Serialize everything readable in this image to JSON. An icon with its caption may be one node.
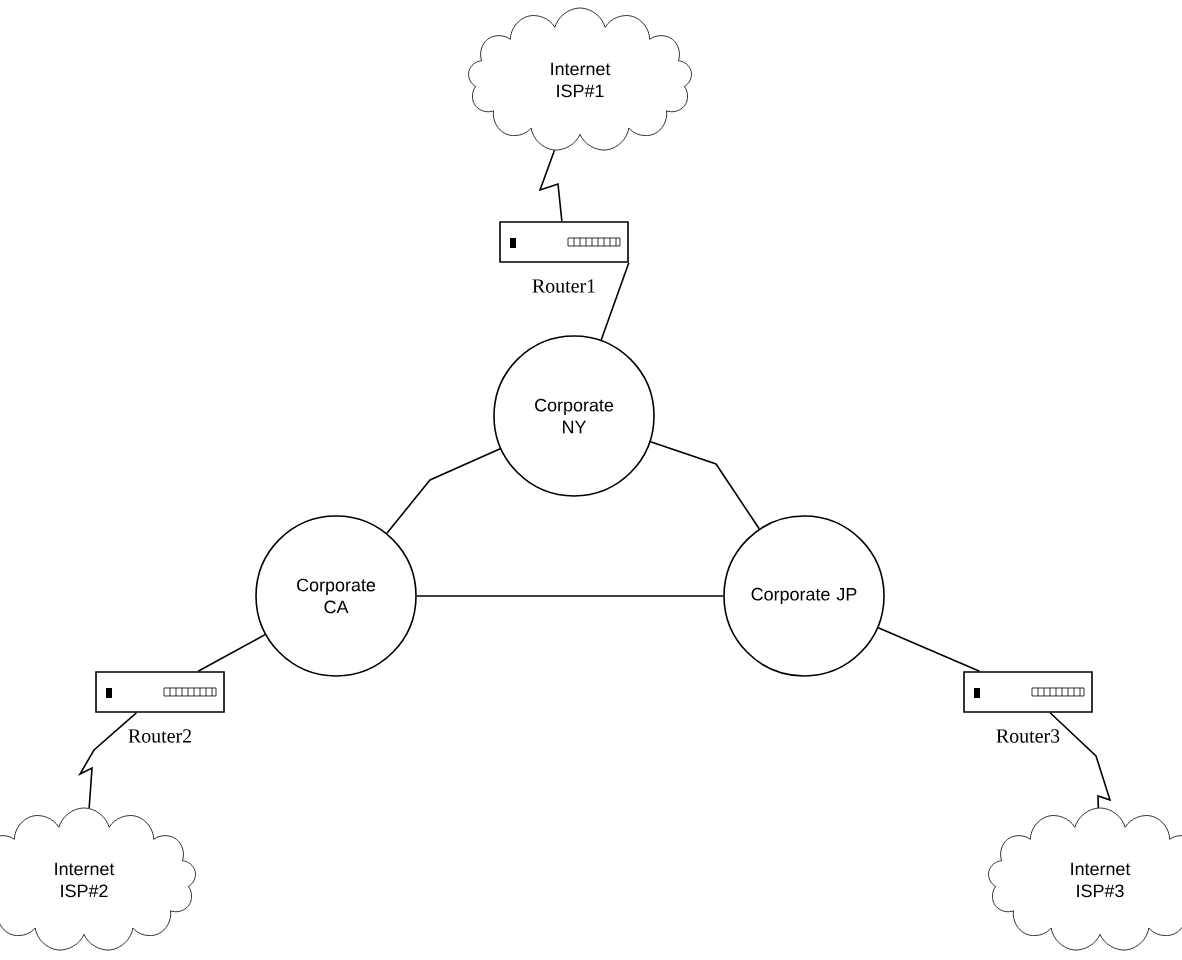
{
  "diagram": {
    "nodes": [
      {
        "text": [
          "Internet ISP#1"
        ]
      },
      {
        "text": [],
        "shape": "box",
        "beside": [
          "Router1"
        ]
      },
      {
        "text": [
          "Corporate NY"
        ]
      },
      {
        "text": [
          "Corporate CA"
        ]
      },
      {
        "text": [
          "Corporate JP"
        ]
      },
      {
        "text": [],
        "shape": "box",
        "beside": [
          "Router2"
        ]
      },
      {
        "text": [],
        "shape": "box",
        "beside": [
          "Router3"
        ]
      },
      {
        "text": [
          "Internet ISP#2"
        ]
      },
      {
        "text": [
          "Internet ISP#3"
        ]
      }
    ],
    "edges": [
      {
        "from": 0,
        "to": 1,
        "arrow": "none"
      },
      {
        "from": 1,
        "to": 2,
        "arrow": "none"
      },
      {
        "from": 2,
        "to": 3,
        "arrow": "none"
      },
      {
        "from": 2,
        "to": 4,
        "arrow": "none"
      },
      {
        "from": 3,
        "to": 4,
        "arrow": "none"
      },
      {
        "from": 3,
        "to": 5,
        "arrow": "none"
      },
      {
        "from": 5,
        "to": 7,
        "arrow": "none"
      },
      {
        "from": 4,
        "to": 6,
        "arrow": "none"
      },
      {
        "from": 6,
        "to": 8,
        "arrow": "none"
      }
    ]
  }
}
